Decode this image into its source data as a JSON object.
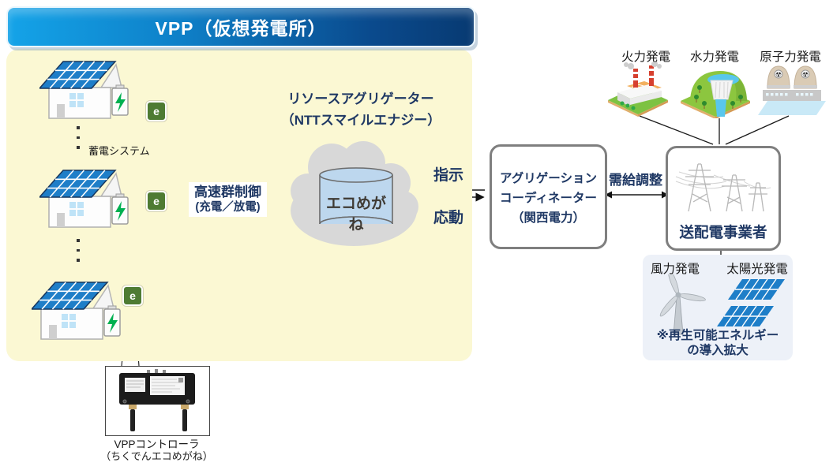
{
  "header": {
    "title": "VPP（仮想発電所）"
  },
  "vpp_area": {
    "battery_system_label": "蓄電システム",
    "e_badge": "e",
    "group_control": {
      "line1": "高速群制御",
      "line2": "(充電／放電)"
    }
  },
  "resource_aggregator": {
    "name_line1": "リソースアグリゲーター",
    "name_line2": "（NTTスマイルエナジー）",
    "cloud_service": "エコめがね"
  },
  "flows": {
    "instruction": "指示",
    "response": "応動",
    "supply_demand_adjustment": "需給調整"
  },
  "aggregation_coordinator": {
    "name_line1": "アグリゲーション",
    "name_line2": "コーディネーター",
    "name_line3": "（関西電力）"
  },
  "grid_operator": {
    "name": "送配電事業者"
  },
  "conventional_power": {
    "thermal": "火力発電",
    "hydro": "水力発電",
    "nuclear": "原子力発電"
  },
  "renewable_power": {
    "wind": "風力発電",
    "solar": "太陽光発電",
    "note_line1": "※再生可能エネルギー",
    "note_line2": "の導入拡大"
  },
  "vpp_controller": {
    "name": "VPPコントローラ",
    "product": "（ちくでんエコめがね）"
  },
  "icons": {
    "house": "house-with-solar-and-battery-icon",
    "battery_bolt": "lightning-bolt-icon",
    "cloud": "cloud-icon",
    "cylinder": "database-cylinder-icon",
    "towers": "transmission-towers-icon",
    "thermal": "thermal-plant-icon",
    "hydro": "hydro-dam-icon",
    "nuclear": "nuclear-plant-icon",
    "wind": "wind-turbine-icon",
    "solar": "solar-panel-icon",
    "controller": "vpp-controller-device-photo"
  },
  "colors": {
    "banner_gradient_start": "#14A3E8",
    "banner_gradient_end": "#083A72",
    "vpp_area_bg": "#FBF8D3",
    "accent_navy": "#1F3864",
    "e_badge_green": "#4E7B33",
    "battery_bolt_green": "#00B050",
    "solar_blue": "#1E7EC8",
    "cloud_gray": "#D8D8D8",
    "cylinder_blue": "#BDD7EE",
    "renewable_panel_bg": "#EDF1F8",
    "box_border_gray": "#7F7F7F"
  }
}
